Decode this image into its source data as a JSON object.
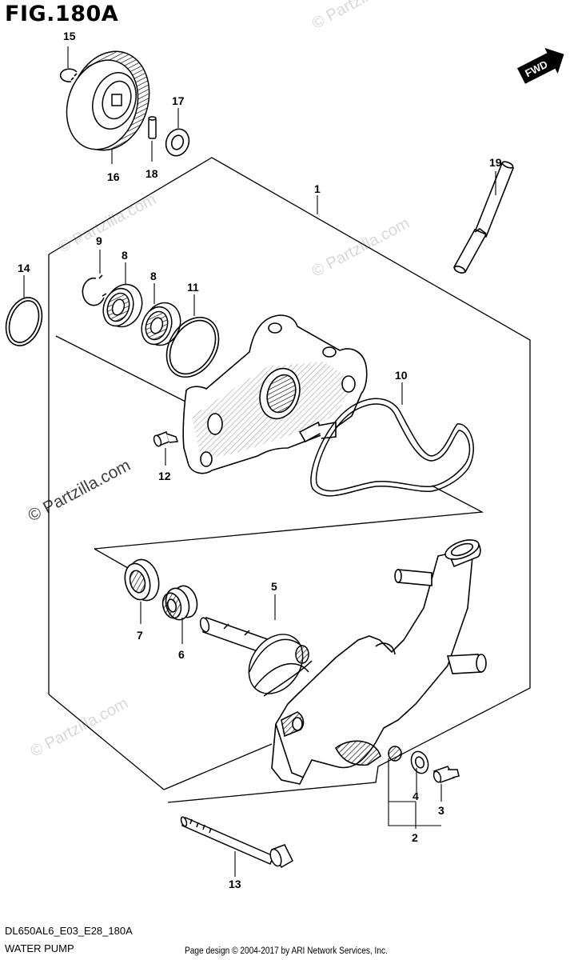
{
  "figure_title": "FIG.180A",
  "model_code": "DL650AL6_E03_E28_180A",
  "diagram_name": "WATER PUMP",
  "footer_note": "Page design © 2004-2017 by ARI Network Services, Inc.",
  "direction_badge": "FWD",
  "watermark_text": "© Partzilla.com",
  "part_labels": {
    "p1": "1",
    "p2": "2",
    "p3": "3",
    "p4": "4",
    "p5": "5",
    "p6": "6",
    "p7": "7",
    "p8a": "8",
    "p8b": "8",
    "p9": "9",
    "p10": "10",
    "p11": "11",
    "p12": "12",
    "p13": "13",
    "p14": "14",
    "p15": "15",
    "p16": "16",
    "p17": "17",
    "p18": "18",
    "p19": "19"
  }
}
